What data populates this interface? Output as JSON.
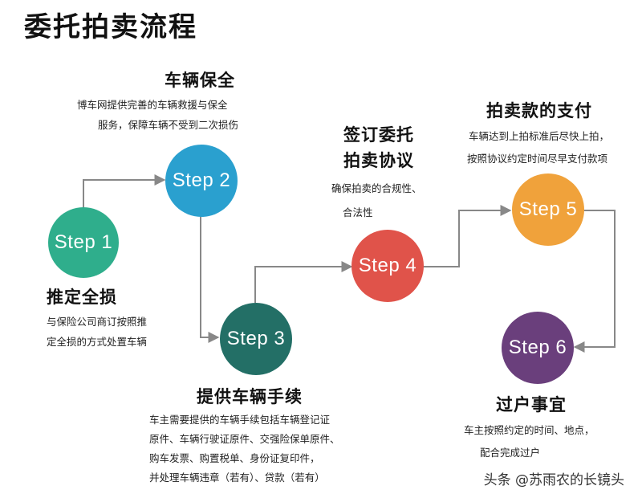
{
  "title": "委托拍卖流程",
  "colors": {
    "step1": "#2fae8c",
    "step2": "#2aa0cf",
    "step3": "#236f66",
    "step4": "#e0534a",
    "step5": "#f0a23b",
    "step6": "#6a3f7c",
    "arrow": "#888888"
  },
  "steps": [
    {
      "label": "Step 1",
      "heading": [
        "推定全损"
      ],
      "desc": [
        "与保险公司商订按照推",
        "定全损的方式处置车辆"
      ]
    },
    {
      "label": "Step 2",
      "heading": [
        "车辆保全"
      ],
      "desc": [
        "博车网提供完善的车辆救援与保全",
        "服务，保障车辆不受到二次损伤"
      ]
    },
    {
      "label": "Step 3",
      "heading": [
        "提供车辆手续"
      ],
      "desc": [
        "车主需要提供的车辆手续包括车辆登记证",
        "原件、车辆行驶证原件、交强险保单原件、",
        "购车发票、购置税单、身份证复印件，",
        "并处理车辆违章（若有）、贷款（若有）"
      ]
    },
    {
      "label": "Step 4",
      "heading": [
        "签订委托",
        "拍卖协议"
      ],
      "desc": [
        "确保拍卖的合规性、",
        "合法性"
      ]
    },
    {
      "label": "Step 5",
      "heading": [
        "拍卖款的支付"
      ],
      "desc": [
        "车辆达到上拍标准后尽快上拍，",
        "按照协议约定时间尽早支付款项"
      ]
    },
    {
      "label": "Step 6",
      "heading": [
        "过户事宜"
      ],
      "desc": [
        "车主按照约定的时间、地点，",
        "配合完成过户"
      ]
    }
  ],
  "watermark": "头条 @苏雨农的长镜头"
}
